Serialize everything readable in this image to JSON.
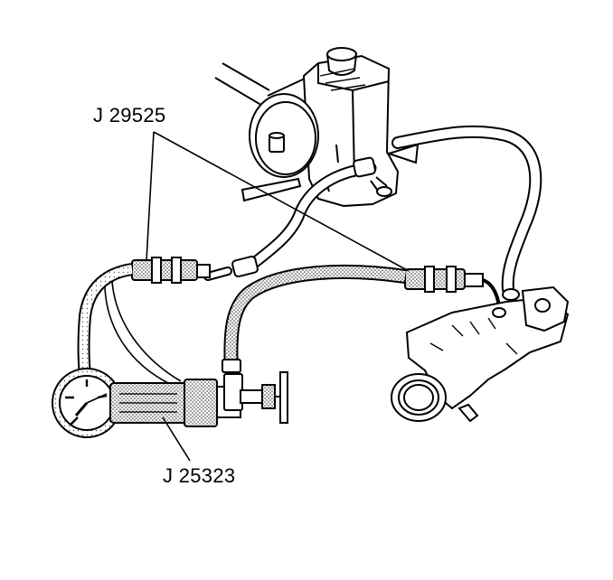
{
  "callouts": {
    "hose_adapter_tool": "J 29525",
    "pressure_gauge_tool": "J 25323"
  },
  "components": [
    "power-steering-pump",
    "pump-reservoir",
    "pump-pulley",
    "drive-belt",
    "pressure-gauge",
    "shutoff-valve",
    "steering-gear",
    "return-hose",
    "test-hose-inlet",
    "test-hose-outlet",
    "hose-adapter-pump-side",
    "hose-adapter-gear-side"
  ],
  "colors": {
    "line": "#000000",
    "fill": "#ffffff",
    "hose_stipple": "#a0a0a0"
  }
}
